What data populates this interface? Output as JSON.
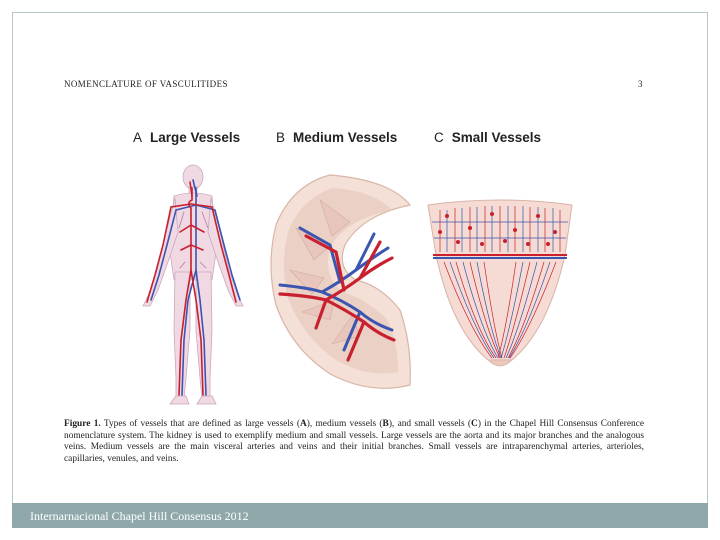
{
  "page": {
    "running_head": "NOMENCLATURE OF VASCULITIDES",
    "page_number": "3"
  },
  "figure": {
    "panels": [
      {
        "letter": "A",
        "title": "Large Vessels"
      },
      {
        "letter": "B",
        "title": "Medium Vessels"
      },
      {
        "letter": "C",
        "title": "Small Vessels"
      }
    ],
    "caption": {
      "label": "Figure 1.",
      "part1": "Types of vessels that are defined as large vessels (",
      "A": "A",
      "part2": "), medium vessels (",
      "B": "B",
      "part3": "), and small vessels (",
      "C": "C",
      "part4": ") in the Chapel Hill Consensus Conference nomenclature system. The kidney is used to exemplify medium and small vessels. Large vessels are the aorta and its major branches and the analogous veins. Medium vessels are the main visceral arteries and veins and their initial branches. Small vessels are intraparenchymal arteries, arterioles, capillaries, venules, and veins."
    }
  },
  "footer": {
    "text": "Internarnacional Chapel Hill Consensus 2012"
  },
  "colors": {
    "artery": "#c8202e",
    "vein": "#3b55b0",
    "skin": "#f1d9e4",
    "kidney": "#f4e0d6",
    "footer_bg": "#8fa9aa"
  }
}
